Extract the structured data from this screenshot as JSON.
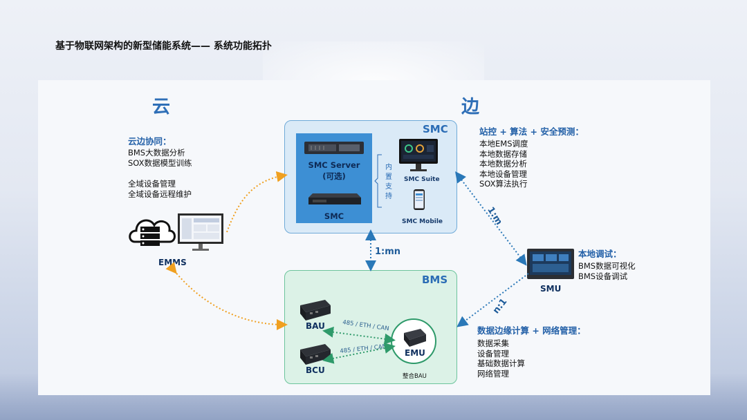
{
  "page": {
    "title": "基于物联网架构的新型储能系统—— 系统功能拓扑"
  },
  "cloud": {
    "label": "云",
    "section_title": "云边协同：",
    "items_group1": [
      "BMS大数据分析",
      "SOX数据模型训练"
    ],
    "items_group2": [
      "全域设备管理",
      "全域设备远程维护"
    ],
    "device_label": "EMMS"
  },
  "edge": {
    "label": "边"
  },
  "smc": {
    "box_title": "SMC",
    "server_title": "SMC Server",
    "server_optional": "(可选)",
    "server_model_label": "SMC",
    "builtin_support": [
      "内",
      "置",
      "支",
      "持"
    ],
    "suite_label": "SMC Suite",
    "mobile_label": "SMC Mobile"
  },
  "station": {
    "title": "站控 + 算法 + 安全预测：",
    "items": [
      "本地EMS调度",
      "本地数据存储",
      "本地数据分析",
      "本地设备管理",
      "SOX算法执行"
    ]
  },
  "bms": {
    "box_title": "BMS",
    "bau_label": "BAU",
    "bcu_label": "BCU",
    "emu_label": "EMU",
    "emu_caption": "整合BAU",
    "protocol_1": "485 / ETH / CAN",
    "protocol_2": "485 / ETH / CAN"
  },
  "links": {
    "smc_bms": "1:mn",
    "smc_smu": "1:m",
    "smu_bms": "n:1"
  },
  "smu": {
    "label": "SMU",
    "section_title": "本地调试：",
    "items": [
      "BMS数据可视化",
      "BMS设备调试"
    ]
  },
  "edge_compute": {
    "title": "数据边缘计算 + 网络管理：",
    "items": [
      "数据采集",
      "设备管理",
      "基础数据计算",
      "网络管理"
    ]
  },
  "colors": {
    "accent": "#2f6fb7",
    "arrow_orange": "#f0a020",
    "arrow_blue": "#2a78b8",
    "arrow_green": "#2e9a6a"
  }
}
